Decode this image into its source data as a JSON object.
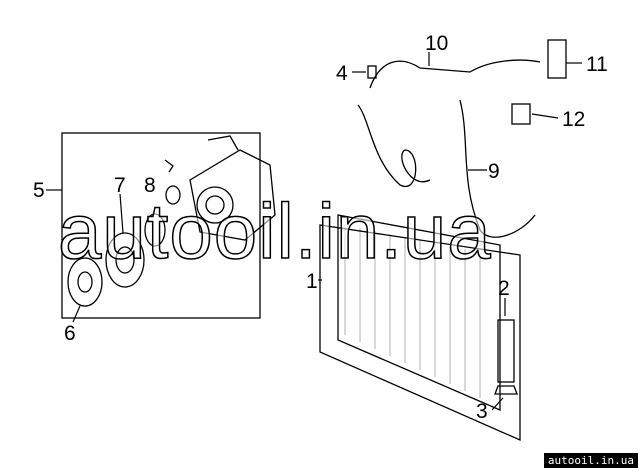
{
  "callouts": {
    "c1": "1",
    "c2": "2",
    "c3": "3",
    "c4": "4",
    "c5": "5",
    "c6": "6",
    "c7": "7",
    "c8": "8",
    "c9": "9",
    "c10": "10",
    "c11": "11",
    "c12": "12"
  },
  "watermark": "autooil.in.ua",
  "badge": "autooil.in.ua"
}
